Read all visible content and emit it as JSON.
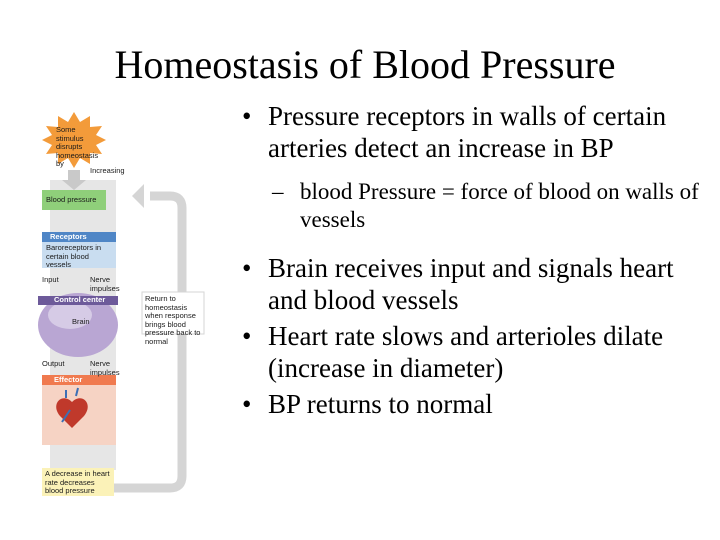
{
  "title": "Homeostasis of Blood Pressure",
  "bullets": [
    {
      "text": "Pressure receptors in walls of certain arteries detect an increase in BP",
      "sub": "blood Pressure = force of blood on walls of vessels"
    },
    {
      "text": "Brain receives input and signals heart and blood vessels"
    },
    {
      "text": "Heart rate slows and arterioles dilate (increase in diameter)"
    },
    {
      "text": "BP returns to normal"
    }
  ],
  "diagram": {
    "stimulus": "Some stimulus disrupts homeostasis by",
    "increasing": "Increasing",
    "blood_pressure": "Blood pressure",
    "receptors": "Receptors",
    "receptors_desc": "Baroreceptors in certain blood vessels",
    "input": "Input",
    "nerve_impulses_1": "Nerve impulses",
    "control_center": "Control center",
    "brain": "Brain",
    "output": "Output",
    "nerve_impulses_2": "Nerve impulses",
    "effector": "Effector",
    "return_note": "Return to homeostasis when response brings blood pressure back to normal",
    "result": "A decrease in heart rate decreases blood pressure",
    "colors": {
      "starburst": "#f39b3a",
      "green": "#8fcf7a",
      "blue": "#4f86c6",
      "blue_light": "#c9ddf0",
      "purple": "#b9a6d3",
      "orange": "#f07a4f",
      "pink": "#f6d3c4",
      "yellow": "#fbf2b8",
      "gray_loop": "#d5d5d5"
    }
  }
}
